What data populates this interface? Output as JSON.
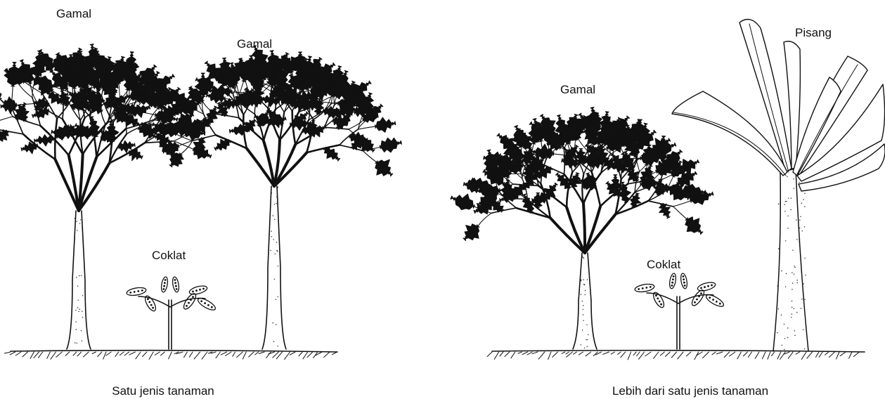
{
  "left_panel": {
    "labels": {
      "gamal_1": "Gamal",
      "gamal_2": "Gamal",
      "coklat": "Coklat"
    },
    "caption": "Satu jenis tanaman"
  },
  "right_panel": {
    "labels": {
      "gamal": "Gamal",
      "pisang": "Pisang",
      "coklat": "Coklat"
    },
    "caption": "Lebih dari satu jenis tanaman"
  },
  "colors": {
    "ink": "#111111",
    "background": "#ffffff"
  }
}
